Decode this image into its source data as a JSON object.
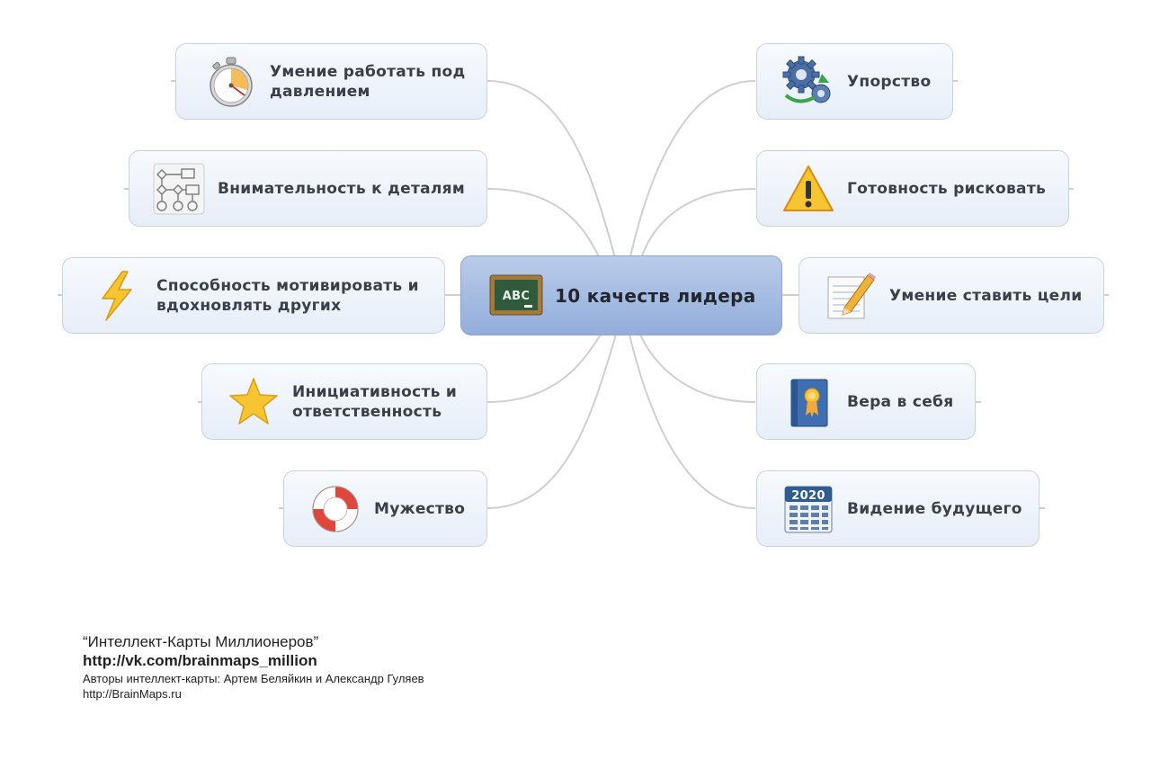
{
  "center": {
    "label": "10 качеств лидера",
    "icon": "chalkboard-abc-icon",
    "board_text": "ABC"
  },
  "left_nodes": [
    {
      "label": "Умение работать под давлением",
      "icon": "stopwatch-icon"
    },
    {
      "label": "Внимательность к деталям",
      "icon": "flowchart-icon"
    },
    {
      "label": "Способность мотивировать и вдохновлять других",
      "icon": "lightning-icon"
    },
    {
      "label": "Инициативность и ответственность",
      "icon": "star-icon"
    },
    {
      "label": "Мужество",
      "icon": "lifebuoy-icon"
    }
  ],
  "right_nodes": [
    {
      "label": "Упорство",
      "icon": "gears-icon"
    },
    {
      "label": "Готовность рисковать",
      "icon": "warning-icon"
    },
    {
      "label": "Умение ставить цели",
      "icon": "notepad-pencil-icon"
    },
    {
      "label": "Вера в себя",
      "icon": "book-award-icon"
    },
    {
      "label": "Видение будущего",
      "icon": "calendar-2020-icon",
      "calendar_year": "2020"
    }
  ],
  "credits": {
    "title": "“Интеллект-Карты Миллионеров”",
    "url": "http://vk.com/brainmaps_million",
    "authors": "Авторы интеллект-карты: Артем Беляйкин и Александр Гуляев",
    "site": "http://BrainMaps.ru"
  },
  "colors": {
    "node_border": "#c9d3e0",
    "center_fill": "#a7bde2",
    "connector": "#c8c8c8"
  }
}
